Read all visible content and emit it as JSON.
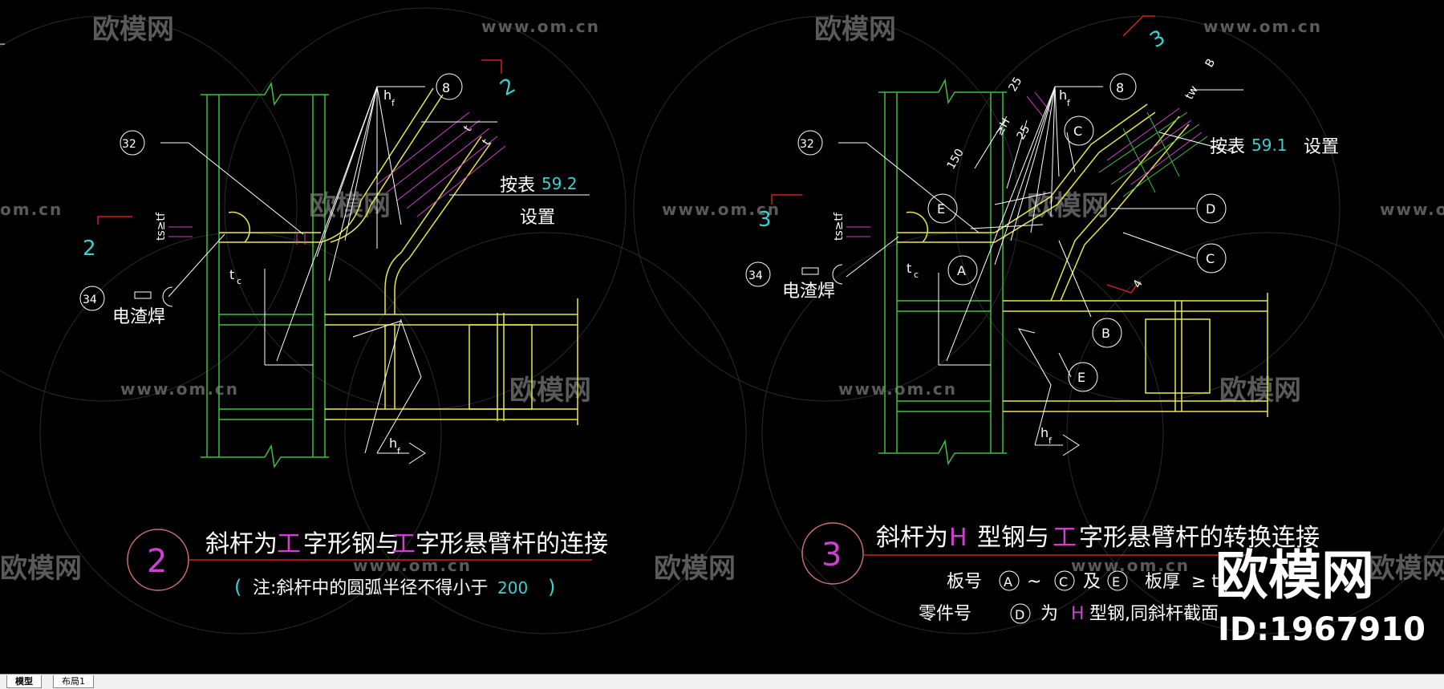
{
  "watermark": {
    "brand": "欧模网",
    "url": "www.om.cn",
    "url_short": "om.cn",
    "big_brand": "欧模网",
    "id_text": "ID:1967910"
  },
  "left_detail": {
    "section_marker": "2",
    "weld_ref_8": "8",
    "weld_ref_32": "32",
    "weld_ref_34": "34",
    "electroslag": "电渣焊",
    "hf_top": "h",
    "hf_bottom": "h",
    "f_sub": "f",
    "tc": "t",
    "c_sub": "c",
    "ts_tf": "ts≥tf",
    "t_label": "t",
    "note_main": "按表",
    "note_value": "59.2",
    "note_set": "设置",
    "title_num": "2",
    "title_a": "斜杆为",
    "title_b": "工",
    "title_c": "字形钢与",
    "title_d": "工",
    "title_e": "字形悬臂杆的连接",
    "note_paren_open": "(",
    "note_text": "注:斜杆中的圆弧半径不得小于",
    "note_radius": "200",
    "note_paren_close": ")"
  },
  "right_detail": {
    "section_marker": "3",
    "weld_ref_8": "8",
    "weld_ref_32": "32",
    "weld_ref_34": "34",
    "electroslag": "电渣焊",
    "hf_top": "h",
    "hf_bottom": "h",
    "f_sub": "f",
    "tc": "t",
    "c_sub": "c",
    "ts_tf": "ts≥tf",
    "dim_150": "150",
    "dim_25a": "25",
    "dim_25b": "25",
    "dim_H": "≥H",
    "dim_B": "B",
    "dim_tw": "tw",
    "dim_4": "4",
    "note_main": "按表",
    "note_value": "59.1",
    "note_set": "设置",
    "label_A": "A",
    "label_B": "B",
    "label_C1": "C",
    "label_C2": "C",
    "label_D": "D",
    "label_E1": "E",
    "label_E2": "E",
    "title_num": "3",
    "title_a": "斜杆为",
    "title_b": "H",
    "title_c": "型钢与",
    "title_d": "工",
    "title_e": "字形悬臂杆的转换连接",
    "plate_line_a": "板号",
    "plate_A": "A",
    "plate_tilde": "~",
    "plate_C": "C",
    "plate_and": "及",
    "plate_E": "E",
    "plate_thick": "板厚",
    "plate_ge": "≥ t",
    "part_line_a": "零件号",
    "part_D": "D",
    "part_is": "为",
    "part_H": "H",
    "part_rest": "型钢,同斜杆截面"
  },
  "tabs": [
    {
      "label": "模型"
    },
    {
      "label": "布局1"
    }
  ],
  "colors": {
    "background": "#000000",
    "green": "#3fbf3f",
    "yellow": "#e8e84a",
    "white": "#ffffff",
    "cyan": "#3ad0d0",
    "magenta": "#d040d0",
    "red": "#d02020"
  }
}
